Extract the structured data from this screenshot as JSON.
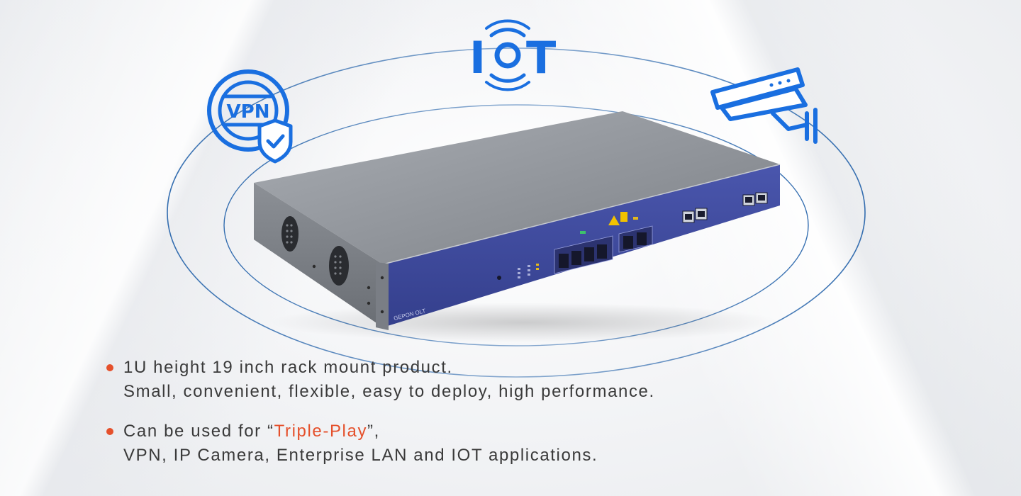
{
  "icons": {
    "vpn": {
      "name": "vpn-shield-icon",
      "label": "VPN"
    },
    "iot": {
      "name": "iot-signal-icon",
      "label_left": "I",
      "label_right": "T"
    },
    "camera": {
      "name": "security-camera-icon"
    }
  },
  "device": {
    "front_label": "GEPON OLT"
  },
  "bullets": [
    {
      "line1": "1U height 19 inch rack mount product.",
      "line2": "Small, convenient, flexible, easy to deploy, high performance."
    },
    {
      "line1_prefix": "Can be used for “",
      "line1_highlight": "Triple-Play",
      "line1_suffix": "”,",
      "line2": "VPN, IP Camera, Enterprise LAN and IOT applications."
    }
  ],
  "colors": {
    "accent": "#e5502b",
    "icon_blue": "#1a6fe0",
    "orbit_blue": "#1f5fa8",
    "device_front": "#3e4a9c",
    "body_text": "#3a3a3a"
  }
}
